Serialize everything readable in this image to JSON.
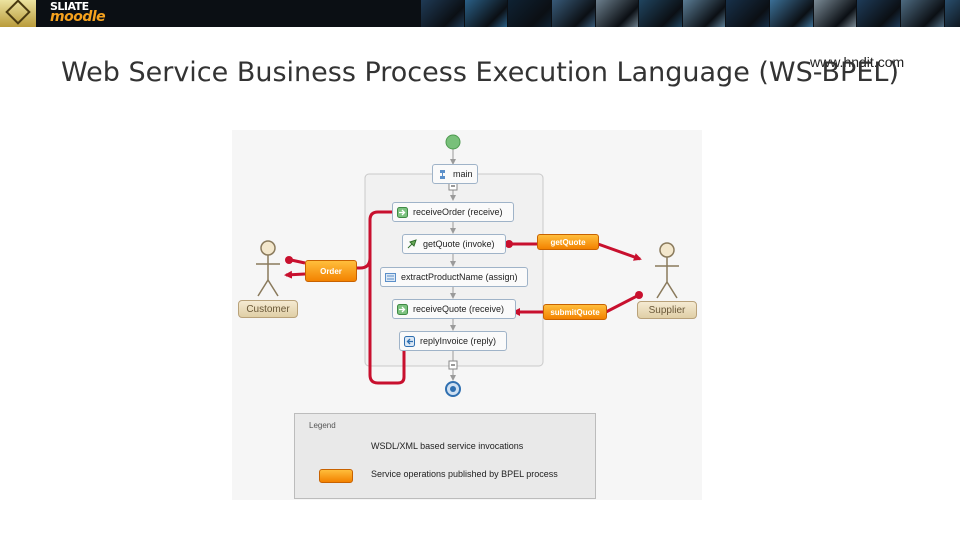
{
  "banner": {
    "logo_top": "SLIATE",
    "logo_bottom": "moodle",
    "strip_colors": [
      "#1f3a55",
      "#2a5f86",
      "#0f2233",
      "#385a78",
      "#6c7f8d",
      "#20445f",
      "#5a7c94",
      "#173049",
      "#3b6f96",
      "#7a8a95",
      "#1e3b58",
      "#4d6a80",
      "#294e6d",
      "#6a8aa3",
      "#12263a",
      "#45687f",
      "#2c5574",
      "#8595a1",
      "#1a3550",
      "#3f6481",
      "#5b7a90",
      "#223f5a"
    ]
  },
  "watermark": "www.hndit.com",
  "title": "Web Service Business Process Execution Language (WS-BPEL)",
  "diagram": {
    "nodes": {
      "main": "main",
      "receive_order": "receiveOrder (receive)",
      "get_quote": "getQuote (invoke)",
      "extract_product": "extractProductName (assign)",
      "receive_quote": "receiveQuote (receive)",
      "reply_invoice": "replyInvoice (reply)"
    },
    "operations": {
      "order": "Order",
      "get_quote": "getQuote",
      "submit_quote": "submitQuote"
    },
    "actors": {
      "customer": "Customer",
      "supplier": "Supplier"
    },
    "colors": {
      "invocation_line": "#c8102e",
      "operation_fill": "#f59a1c",
      "start_event": "#78c07a",
      "end_event": "#2f6fb0"
    }
  },
  "legend": {
    "title": "Legend",
    "invocations": "WSDL/XML based service invocations",
    "operations": "Service operations published by BPEL process"
  }
}
